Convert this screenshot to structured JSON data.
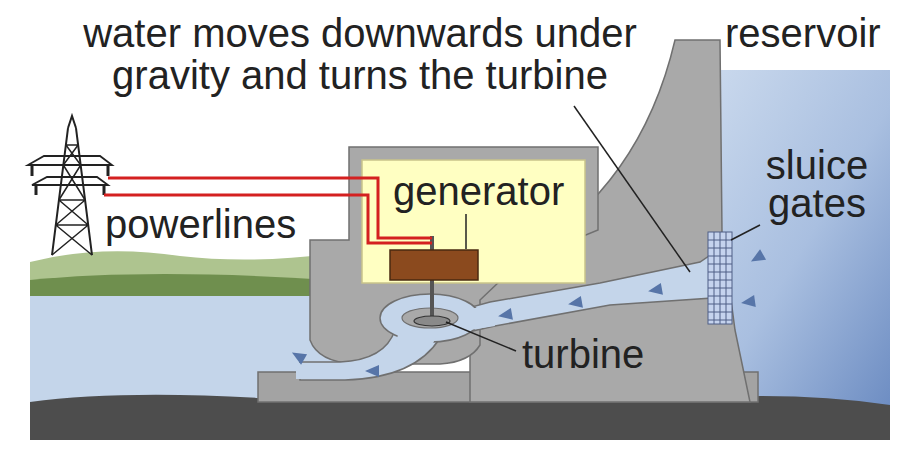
{
  "diagram": {
    "nodes": [
      {
        "text": [
          "generator"
        ]
      }
    ],
    "labels": [
      "water moves downwards under gravity and turns the turbine",
      "reservoir",
      "sluice gates",
      "powerlines",
      "turbine"
    ]
  }
}
